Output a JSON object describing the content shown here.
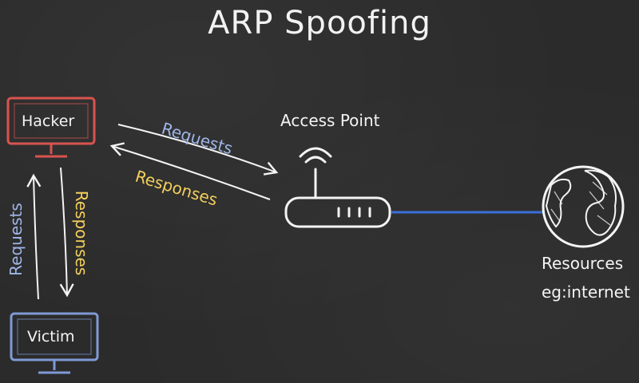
{
  "title": "ARP Spoofing",
  "nodes": {
    "hacker": {
      "label": "Hacker",
      "color": "#d9534f"
    },
    "victim": {
      "label": "Victim",
      "color": "#7f9ad6"
    },
    "access_point": {
      "label": "Access Point"
    },
    "resources": {
      "line1": "Resources",
      "line2": "eg:internet"
    }
  },
  "edges": {
    "hacker_to_ap": "Requests",
    "ap_to_hacker": "Responses",
    "victim_to_hacker": "Requests",
    "hacker_to_victim": "Responses"
  },
  "colors": {
    "background": "#2b2b2b",
    "requests": "#9fb6e8",
    "responses": "#f3cf5c",
    "link": "#3a6fd8",
    "chalk": "#f4f4f4"
  }
}
